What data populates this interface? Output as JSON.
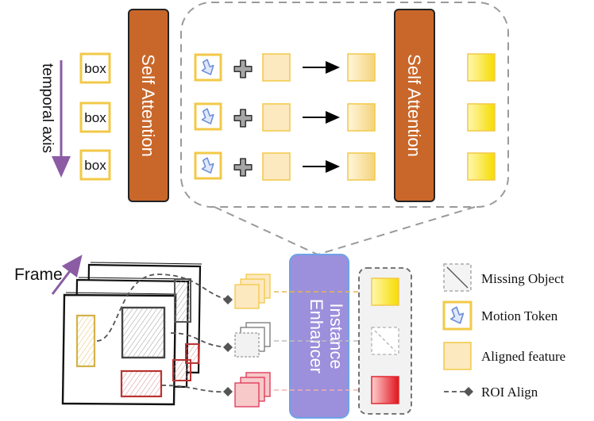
{
  "top": {
    "temporal_axis_label": "temporal axis",
    "box_label": "box",
    "self_attention_left": "Self Attention",
    "self_attention_right": "Self Attention"
  },
  "bottom": {
    "frame_label": "Frame",
    "enhancer_line1": "Instance",
    "enhancer_line2": "Enhancer"
  },
  "legend": {
    "missing_object": "Missing Object",
    "motion_token": "Motion Token",
    "aligned_feature": "Aligned feature",
    "roi_align": "ROI Align"
  },
  "colors": {
    "attention_block": "#c9672a",
    "enhancer_block": "#9c8fdc",
    "box_border": "#f2c948",
    "feature_fill": "#fde9bf",
    "yellow_feature": "#f7e21c",
    "red_feature": "#e0282e",
    "axis_arrow": "#8b5ca4",
    "motion_arrow": "#6f8fd8"
  },
  "icons": [
    "plus-icon",
    "motion-arrow-icon",
    "right-arrow-icon"
  ]
}
